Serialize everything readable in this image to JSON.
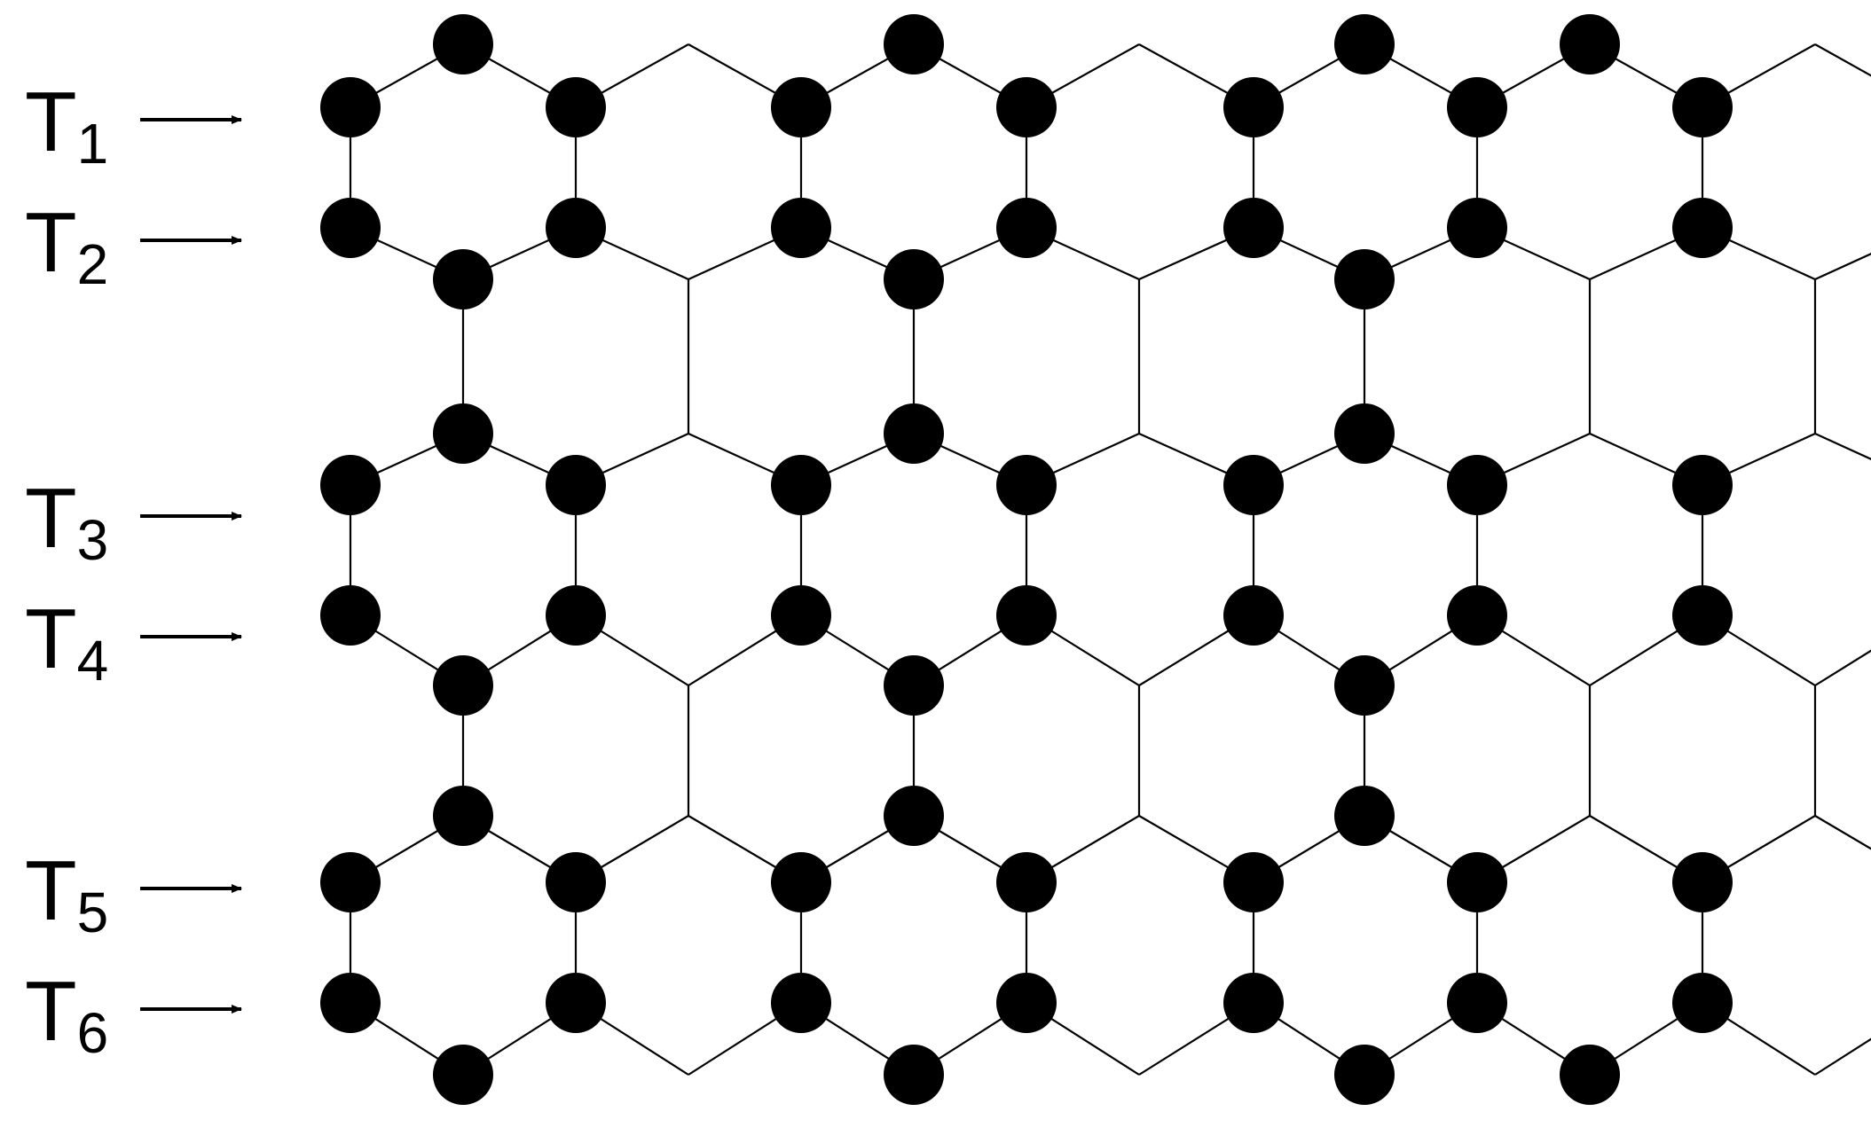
{
  "diagram": {
    "rows": [
      {
        "letter": "T",
        "index": "1"
      },
      {
        "letter": "T",
        "index": "2"
      },
      {
        "letter": "T",
        "index": "3"
      },
      {
        "letter": "T",
        "index": "4"
      },
      {
        "letter": "T",
        "index": "5"
      },
      {
        "letter": "T",
        "index": "6"
      }
    ],
    "colors": {
      "line": "#000000",
      "atom": "#000000",
      "background": "#ffffff"
    }
  }
}
